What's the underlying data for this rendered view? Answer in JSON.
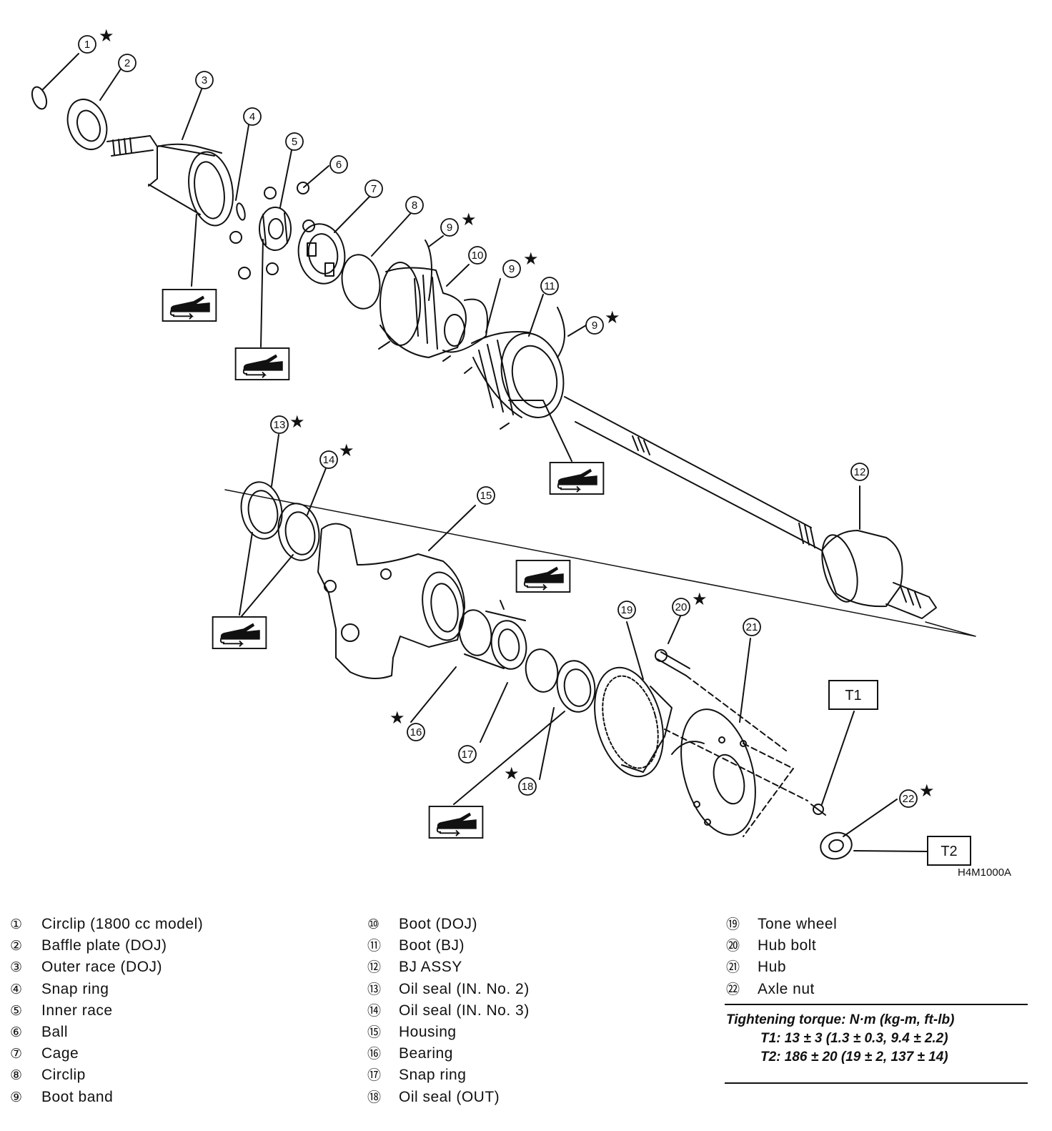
{
  "diagram": {
    "callouts": [
      "1",
      "2",
      "3",
      "4",
      "5",
      "6",
      "7",
      "8",
      "9",
      "9",
      "9",
      "10",
      "11",
      "12",
      "13",
      "14",
      "15",
      "16",
      "17",
      "18",
      "19",
      "20",
      "21",
      "22"
    ],
    "starred": [
      "1",
      "9",
      "13",
      "14",
      "16",
      "18",
      "20",
      "22"
    ],
    "torque_labels": [
      "T1",
      "T2"
    ],
    "reference_code": "H4M1000A"
  },
  "legend": {
    "col1": [
      {
        "num": "①",
        "label": "Circlip (1800 cc model)"
      },
      {
        "num": "②",
        "label": "Baffle plate (DOJ)"
      },
      {
        "num": "③",
        "label": "Outer race (DOJ)"
      },
      {
        "num": "④",
        "label": "Snap ring"
      },
      {
        "num": "⑤",
        "label": "Inner race"
      },
      {
        "num": "⑥",
        "label": "Ball"
      },
      {
        "num": "⑦",
        "label": "Cage"
      },
      {
        "num": "⑧",
        "label": "Circlip"
      },
      {
        "num": "⑨",
        "label": "Boot band"
      }
    ],
    "col2": [
      {
        "num": "⑩",
        "label": "Boot (DOJ)"
      },
      {
        "num": "⑪",
        "label": "Boot (BJ)"
      },
      {
        "num": "⑫",
        "label": "BJ ASSY"
      },
      {
        "num": "⑬",
        "label": "Oil seal (IN. No. 2)"
      },
      {
        "num": "⑭",
        "label": "Oil seal (IN. No. 3)"
      },
      {
        "num": "⑮",
        "label": "Housing"
      },
      {
        "num": "⑯",
        "label": "Bearing"
      },
      {
        "num": "⑰",
        "label": "Snap ring"
      },
      {
        "num": "⑱",
        "label": "Oil seal (OUT)"
      }
    ],
    "col3": [
      {
        "num": "⑲",
        "label": "Tone wheel"
      },
      {
        "num": "⑳",
        "label": "Hub bolt"
      },
      {
        "num": "㉑",
        "label": "Hub"
      },
      {
        "num": "㉒",
        "label": "Axle nut"
      }
    ]
  },
  "torque": {
    "title": "Tightening torque: N·m (kg-m, ft-lb)",
    "t1": "T1: 13 ± 3 (1.3 ± 0.3, 9.4 ± 2.2)",
    "t2": "T2: 186 ± 20 (19 ± 2, 137 ± 14)"
  }
}
